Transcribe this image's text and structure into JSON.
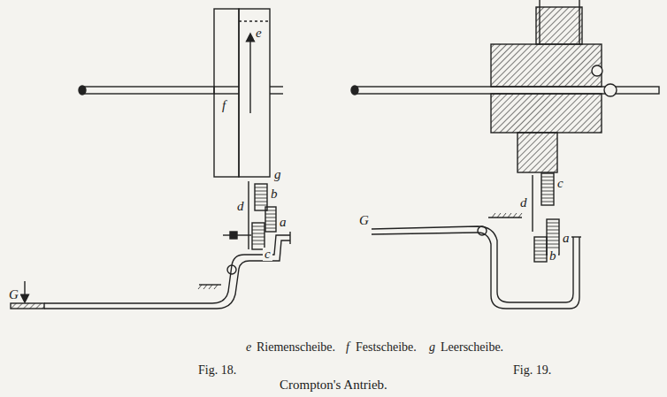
{
  "diagram": {
    "caption": "Crompton's Antrieb.",
    "labels": [
      "e",
      "f",
      "g",
      "b",
      "a",
      "d",
      "c",
      "G",
      "d",
      "c",
      "a",
      "b",
      "G",
      "e",
      "Riemenscheibe.",
      "f",
      "Festscheibe.",
      "g",
      "Leerscheibe.",
      "Fig. 18.",
      "Fig. 19."
    ]
  }
}
